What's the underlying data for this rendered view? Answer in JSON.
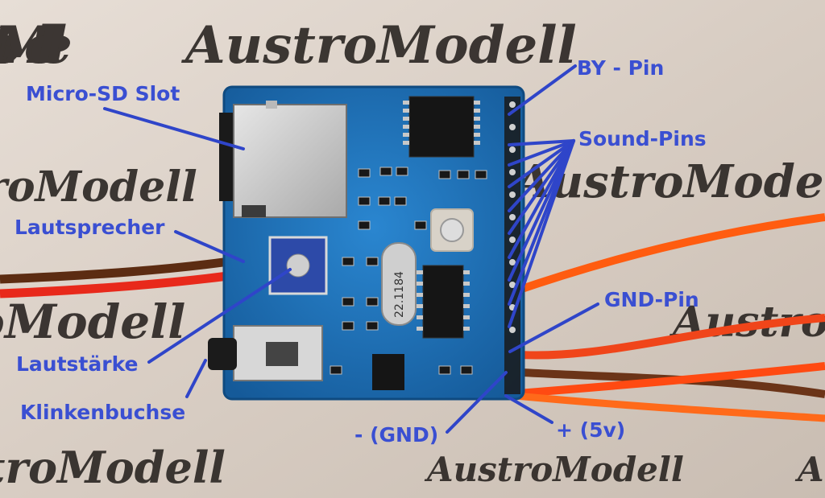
{
  "watermark": {
    "text": "AustroModell"
  },
  "labels": {
    "micro_sd_slot": "Micro-SD Slot",
    "by_pin": "BY - Pin",
    "sound_pins": "Sound-Pins",
    "lautsprecher": "Lautsprecher",
    "gnd_pin": "GND-Pin",
    "lautstaerke": "Lautstärke",
    "klinkenbuchse": "Klinkenbuchse",
    "minus_gnd": "- (GND)",
    "plus_5v": "+ (5v)"
  },
  "board": {
    "crystal_marking": "22.1184"
  },
  "colors": {
    "label_text": "#3a4fd2",
    "pointer_line": "#2f45c9",
    "pcb": "#1e6fb8",
    "wire_red": "#e8291b",
    "wire_brown": "#6b3418",
    "wire_orange": "#ff6a1a"
  }
}
